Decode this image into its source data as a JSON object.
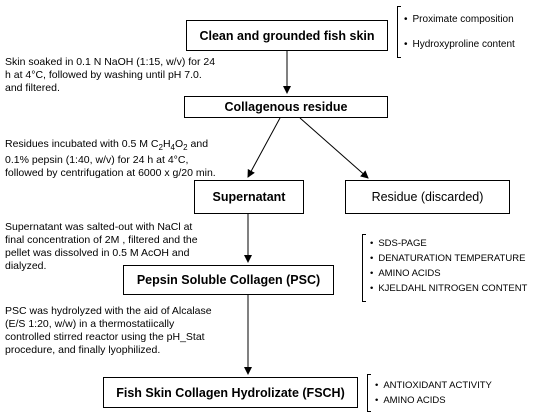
{
  "boxes": {
    "clean": "Clean and grounded fish skin",
    "collagenous": "Collagenous residue",
    "supernatant": "Supernatant",
    "residue": "Residue (discarded)",
    "psc": "Pepsin Soluble Collagen (PSC)",
    "fsch": "Fish Skin Collagen Hydrolizate (FSCH)"
  },
  "notes": {
    "step1": [
      "Skin soaked in 0.1 N NaOH (1:15, w/v) for 24",
      "h at 4°C, followed by washing  until pH 7.0.",
      "and filtered."
    ],
    "step2_line1_pre": "Residues incubated with  0.5 M C",
    "step2_line1_sub1": "2",
    "step2_line1_mid": "H",
    "step2_line1_sub2": "4",
    "step2_line1_mid2": "O",
    "step2_line1_sub3": "2",
    "step2_line1_post": "  and",
    "step2_rest": [
      "0.1% pepsin (1:40, w/v) for 24 h at  4°C,",
      "followed by centrifugation  at 6000 x g/20 min."
    ],
    "step3": [
      "Supernatant was salted-out with NaCl at",
      "final concentration of 2M , filtered and the",
      "pellet was dissolved in  0.5 M AcOH and",
      "dialyzed."
    ],
    "step4": [
      "PSC was hydrolyzed with the aid of  Alcalase",
      "(E/S 1:20, w/w) in a thermostatiically",
      "controlled stirred reactor using the pH_Stat",
      "procedure, and finally lyophilized."
    ]
  },
  "brace_lists": {
    "top": [
      "Proximate composition",
      "Hydroxyproline content"
    ],
    "psc": [
      "SDS-PAGE",
      "DENATURATION TEMPERATURE",
      "AMINO ACIDS",
      "KJELDAHL NITROGEN CONTENT"
    ],
    "fsch": [
      "ANTIOXIDANT ACTIVITY",
      "AMINO ACIDS"
    ]
  }
}
